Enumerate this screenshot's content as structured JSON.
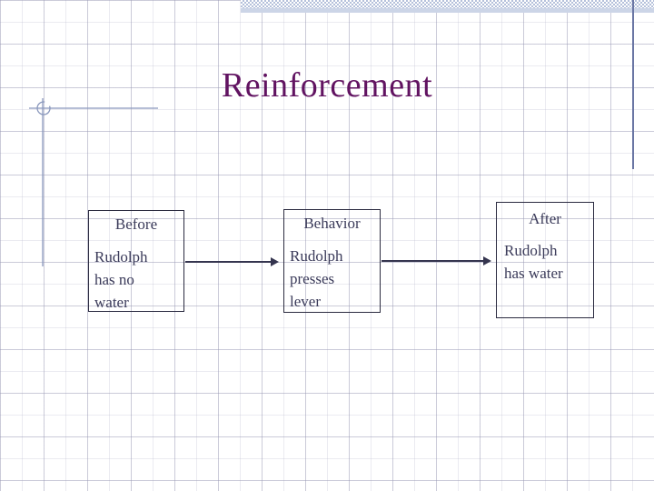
{
  "slide": {
    "title": "Reinforcement",
    "boxes": [
      {
        "header": "Before",
        "body": "Rudolph\nhas no\nwater"
      },
      {
        "header": "Behavior",
        "body": "Rudolph\npresses\nlever"
      },
      {
        "header": "After",
        "body": "Rudolph\nhas water"
      }
    ],
    "colors": {
      "title_text": "#611361",
      "box_text": "#3b3b5a",
      "box_border": "#2b2b40",
      "arrow": "#35354f",
      "accent_band": "#b4c0da",
      "decoration_line": "#8a98bd",
      "right_edge_line": "#6a76a4"
    }
  }
}
